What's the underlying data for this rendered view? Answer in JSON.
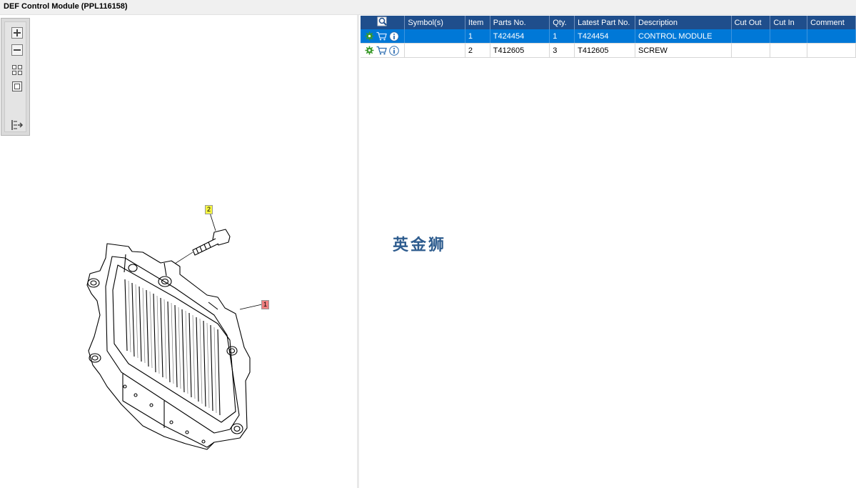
{
  "window": {
    "title": "DEF Control Module (PPL116158)"
  },
  "toolbar": {
    "buttons": [
      {
        "name": "zoom-in-button",
        "icon": "zoom-in-icon"
      },
      {
        "name": "zoom-out-button",
        "icon": "zoom-out-icon"
      },
      {
        "name": "fit-all-button",
        "icon": "fit-all-icon"
      },
      {
        "name": "actual-size-button",
        "icon": "actual-size-icon"
      },
      {
        "name": "toggle-list-button",
        "icon": "list-export-icon"
      }
    ]
  },
  "diagram": {
    "callouts": [
      {
        "label": "2",
        "color": "#f5f542"
      },
      {
        "label": "1",
        "color": "#f08080"
      }
    ]
  },
  "table": {
    "columns": [
      "",
      "Symbol(s)",
      "Item",
      "Parts No.",
      "Qty.",
      "Latest Part No.",
      "Description",
      "Cut Out",
      "Cut In",
      "Comment"
    ],
    "rows": [
      {
        "symbols": "",
        "item": "1",
        "part_no": "T424454",
        "qty": "1",
        "latest_part_no": "T424454",
        "description": "CONTROL MODULE",
        "cut_out": "",
        "cut_in": "",
        "comment": "",
        "selected": true
      },
      {
        "symbols": "",
        "item": "2",
        "part_no": "T412605",
        "qty": "3",
        "latest_part_no": "T412605",
        "description": "SCREW",
        "cut_out": "",
        "cut_in": "",
        "comment": "",
        "selected": false
      }
    ]
  },
  "watermark": {
    "text": "英金狮"
  },
  "colors": {
    "header": "#1f4e8c",
    "selected_row": "#0078d7",
    "gear": "#3a9a2a",
    "cart": "#2b6cb0",
    "info": "#2b6cb0"
  }
}
